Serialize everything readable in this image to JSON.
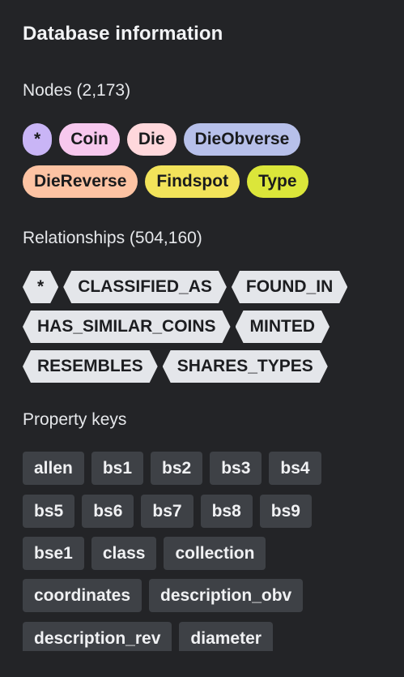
{
  "title": "Database information",
  "nodes": {
    "heading": "Nodes (2,173)",
    "labels": [
      {
        "text": "*",
        "color": "#c9b5f6"
      },
      {
        "text": "Coin",
        "color": "#f7c8ee"
      },
      {
        "text": "Die",
        "color": "#ffd8dc"
      },
      {
        "text": "DieObverse",
        "color": "#b7c0ea"
      },
      {
        "text": "DieReverse",
        "color": "#fdc3a3"
      },
      {
        "text": "Findspot",
        "color": "#f2e35a"
      },
      {
        "text": "Type",
        "color": "#dbe63a"
      }
    ]
  },
  "relationships": {
    "heading": "Relationships (504,160)",
    "types": [
      "*",
      "CLASSIFIED_AS",
      "FOUND_IN",
      "HAS_SIMILAR_COINS",
      "MINTED",
      "RESEMBLES",
      "SHARES_TYPES"
    ]
  },
  "property_keys": {
    "heading": "Property keys",
    "keys": [
      "allen",
      "bs1",
      "bs2",
      "bs3",
      "bs4",
      "bs5",
      "bs6",
      "bs7",
      "bs8",
      "bs9",
      "bse1",
      "class",
      "collection",
      "coordinates",
      "description_obv",
      "description_rev",
      "diameter"
    ]
  }
}
